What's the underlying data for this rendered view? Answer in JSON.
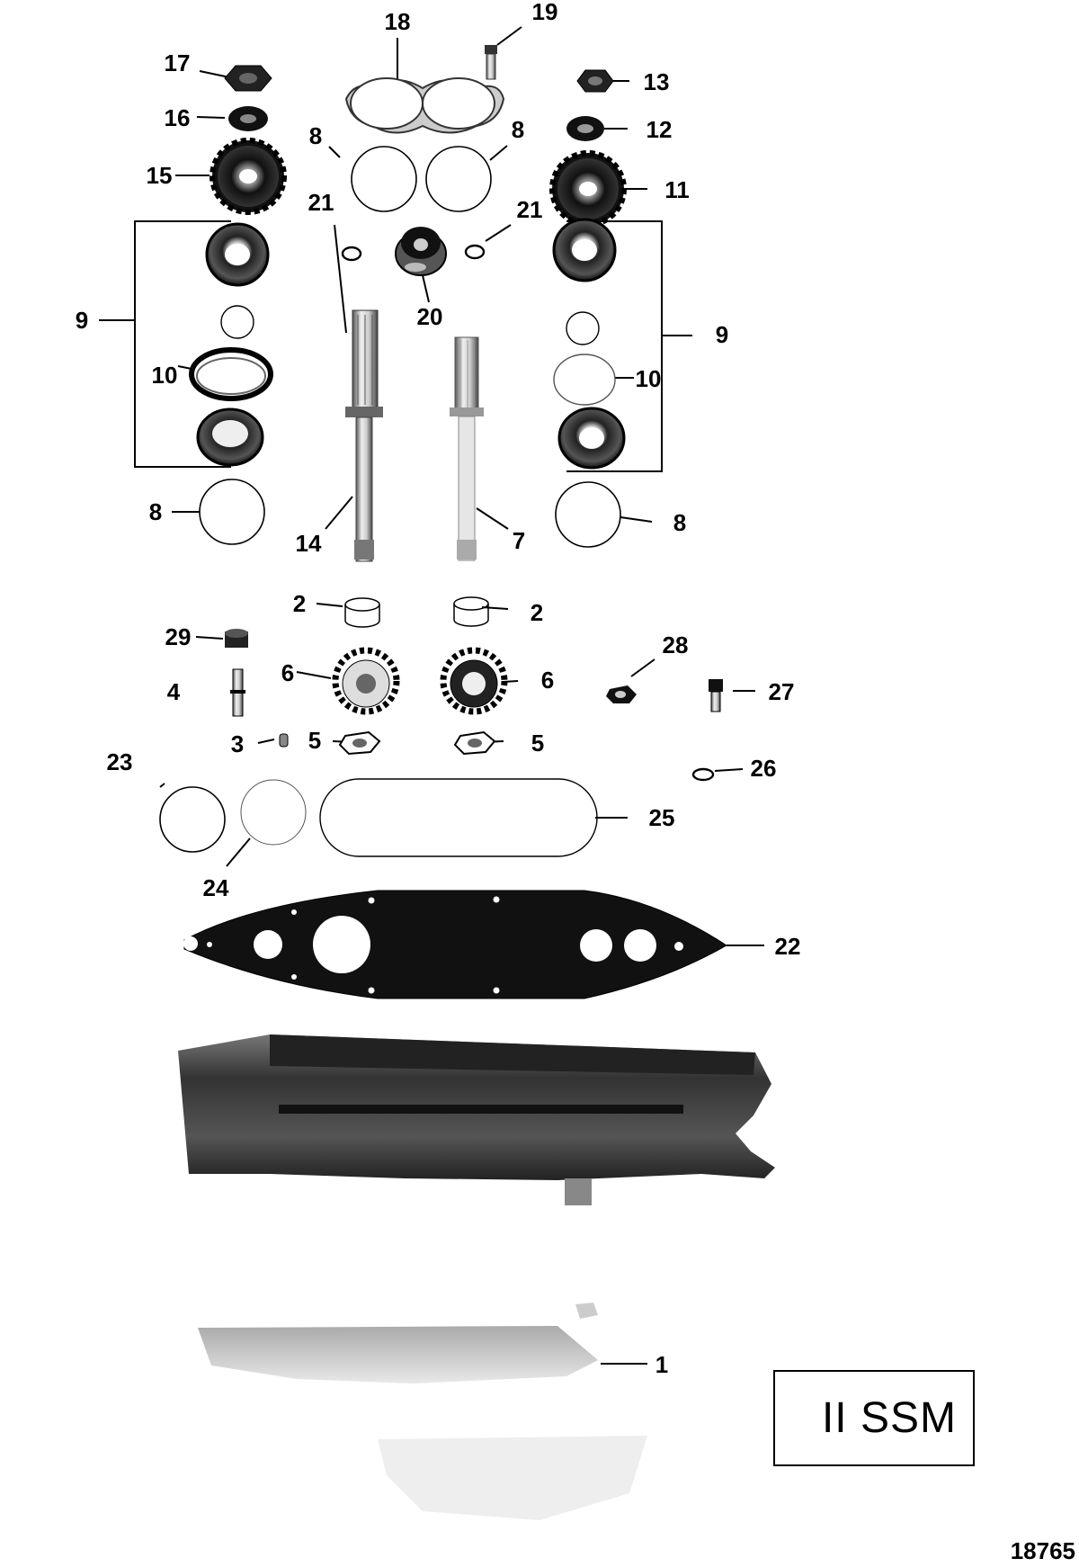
{
  "callouts": {
    "c1": "1",
    "c2": "2",
    "c3": "3",
    "c4": "4",
    "c5": "5",
    "c6": "6",
    "c7": "7",
    "c8": "8",
    "c9": "9",
    "c10": "10",
    "c11": "11",
    "c12": "12",
    "c13": "13",
    "c14": "14",
    "c15": "15",
    "c16": "16",
    "c17": "17",
    "c18": "18",
    "c19": "19",
    "c20": "20",
    "c21": "21",
    "c22": "22",
    "c23": "23",
    "c24": "24",
    "c25": "25",
    "c26": "26",
    "c27": "27",
    "c28": "28",
    "c29": "29"
  },
  "model_badge": "II SSM",
  "figure_number": "18765"
}
